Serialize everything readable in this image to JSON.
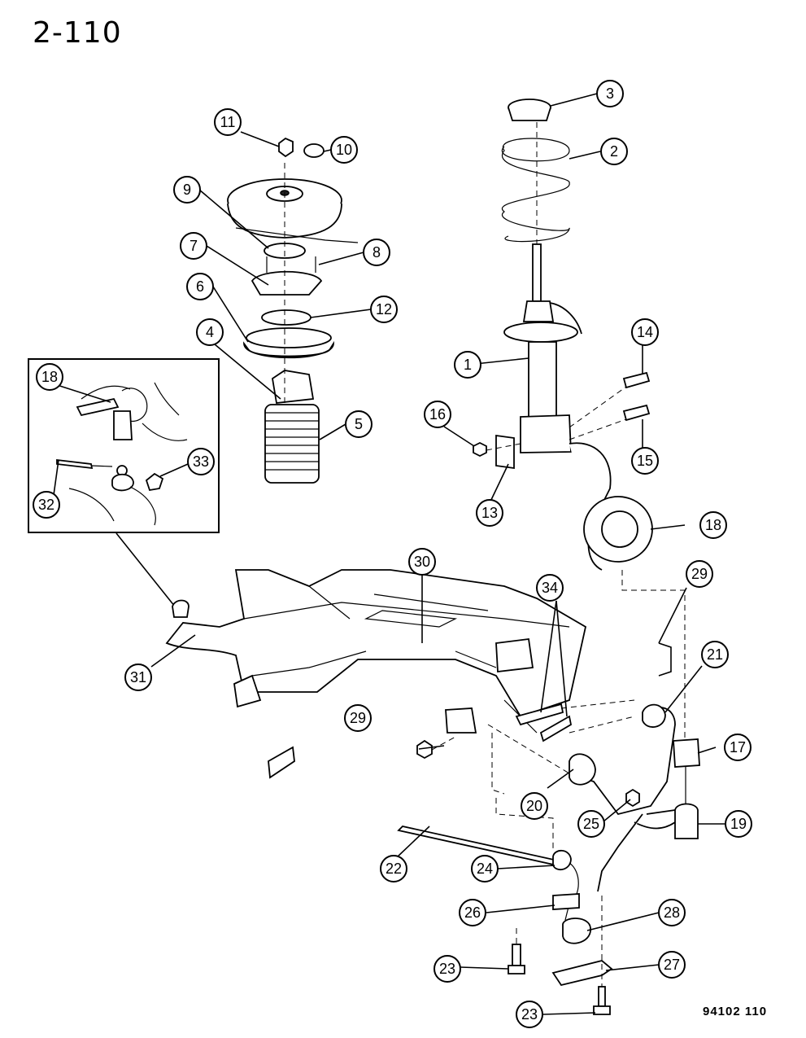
{
  "page_number": "2-110",
  "figure_code": "94102  110",
  "callouts": [
    "1",
    "2",
    "3",
    "4",
    "5",
    "6",
    "7",
    "8",
    "9",
    "10",
    "11",
    "12",
    "13",
    "14",
    "15",
    "16",
    "17",
    "18",
    "19",
    "20",
    "21",
    "22",
    "23",
    "24",
    "25",
    "26",
    "27",
    "28",
    "29",
    "30",
    "31",
    "32",
    "33",
    "34"
  ],
  "inset_callouts": [
    "18",
    "32",
    "33"
  ],
  "repeat_callouts": [
    "18",
    "29",
    "23"
  ]
}
